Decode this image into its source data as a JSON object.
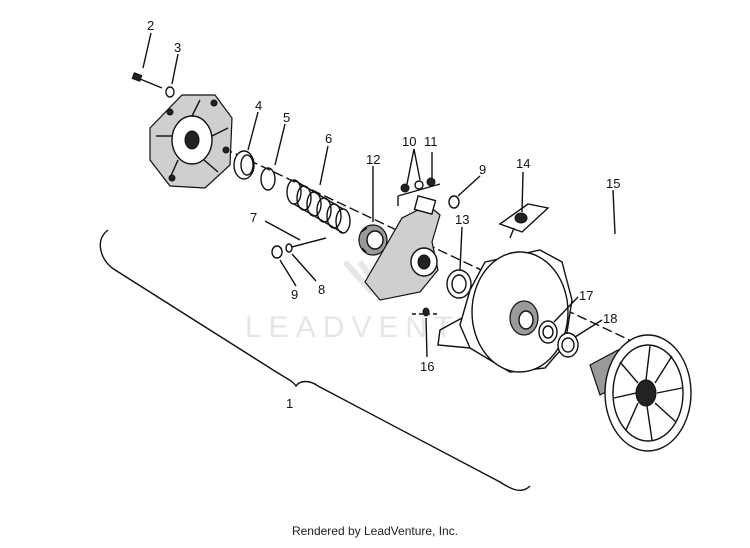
{
  "diagram": {
    "part_numbers": [
      "1",
      "2",
      "3",
      "4",
      "5",
      "6",
      "7",
      "8",
      "9",
      "9",
      "10",
      "11",
      "12",
      "13",
      "14",
      "15",
      "16",
      "17",
      "18"
    ],
    "watermark": "LEADVENTURE",
    "footer": "Rendered by LeadVenture, Inc."
  },
  "colors": {
    "ink": "#111111",
    "watermark": "#e6e6e6",
    "background": "#ffffff"
  }
}
